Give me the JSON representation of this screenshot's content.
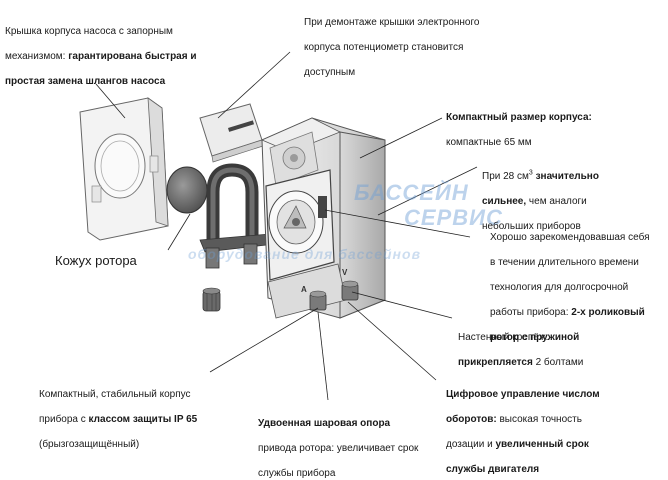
{
  "captions": {
    "lid_line1": "Крышка корпуса насоса с запорным",
    "lid_line2_plain": "механизмом: ",
    "lid_line2_bold": "гарантирована быстрая и",
    "lid_line3_bold": "простая замена шлангов насоса",
    "pot_line1": "При демонтаже крышки электронного",
    "pot_line2": "корпуса потенциометр становится",
    "pot_line3": "доступным",
    "compact_title": "Компактный размер корпуса:",
    "compact_text": "компактные 65 мм",
    "strong_line1_plain": "При 28 см",
    "strong_line1_sup": "3",
    "strong_line1_bold": " значительно",
    "strong_line2_bold": "сильнее,",
    "strong_line2_plain": " чем аналоги",
    "strong_line3": "небольших приборов",
    "roller_line1": "Хорошо зарекомендовавшая себя",
    "roller_line2": "в течении длительного времени",
    "roller_line3": "технология для долгосрочной",
    "roller_line4_plain": "работы прибора: ",
    "roller_line4_bold": "2-х роликовый",
    "roller_line5_bold": "ротор с пружиной",
    "rotor_housing": "Кожух ротора",
    "wall_line1": "Настенный крепёж:",
    "wall_line2_bold": "прикрепляется",
    "wall_line2_plain": " 2 болтами",
    "body_line1": "Компактный, стабильный корпус",
    "body_line2_plain": "прибора с ",
    "body_line2_bold": "классом защиты IP 65",
    "body_line3": "(брызгозащищённый)",
    "bearing_title": "Удвоенная шаровая опора",
    "bearing_line2": "привода ротора: увеличивает срок",
    "bearing_line3": "службы прибора",
    "digital_line1": "Цифровое управление числом",
    "digital_line2_bold": "оборотов:",
    "digital_line2_plain": " высокая точность",
    "digital_line3_plain": "дозации и ",
    "digital_line3_bold": "увеличенный срок",
    "digital_line4_bold": "службы двигателя"
  },
  "watermark": {
    "line1": "БАССЕЙН",
    "line2": "СЕРВИС",
    "line3": "оборудование для бассейнов"
  },
  "device_labels": {
    "port_a": "A",
    "port_v": "V"
  },
  "colors": {
    "line": "#222222",
    "outline": "#555555",
    "metal_light": "#e9e9e9",
    "metal_mid": "#cfcfcf",
    "metal_dark": "#8a8a8a",
    "watermark": "#6e9fd6"
  }
}
